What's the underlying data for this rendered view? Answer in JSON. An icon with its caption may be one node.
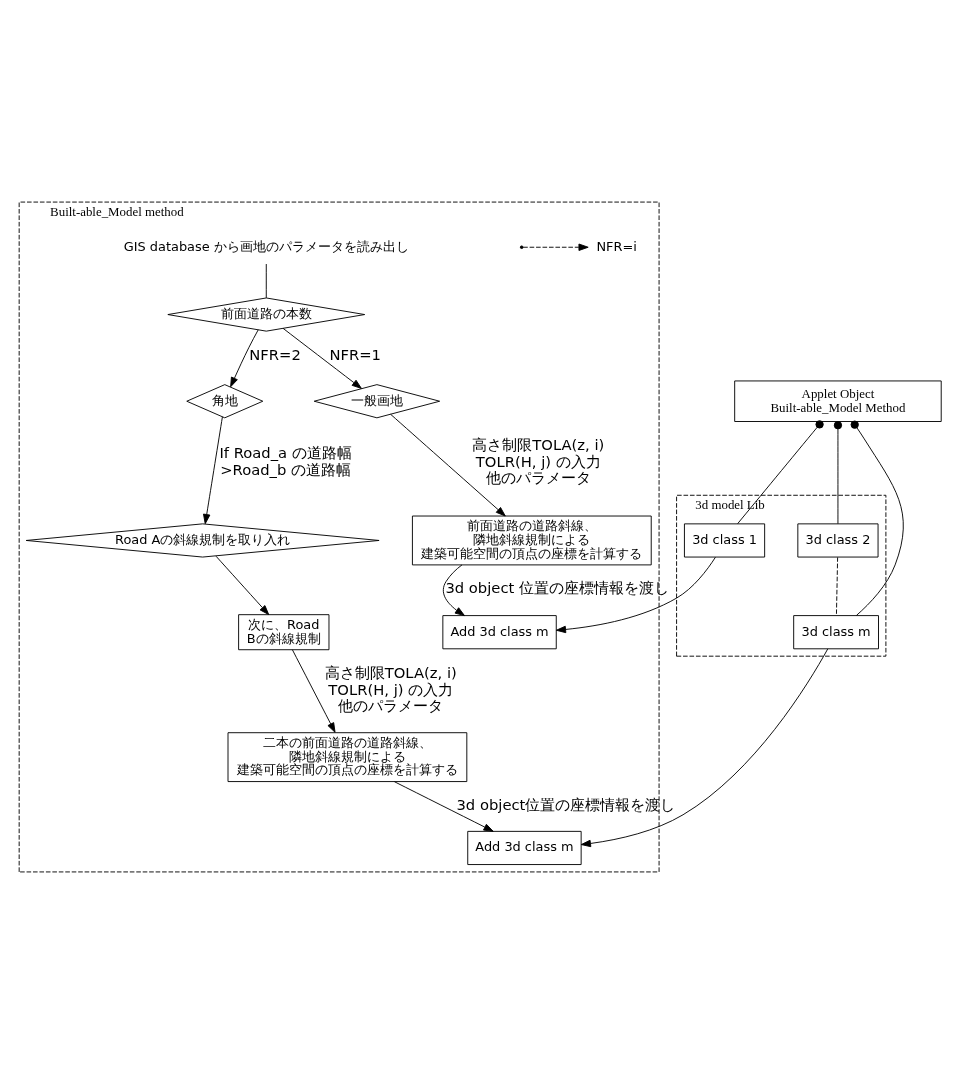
{
  "diagram": {
    "nodes": [
      {
        "text": [
          "Built-able_Model method"
        ]
      },
      {
        "text": [
          "GIS database から画地のパラメータを読み出し"
        ],
        "in": 0
      },
      {
        "text": [
          "前面道路の本数"
        ],
        "in": 0
      },
      {
        "text": [
          "一般画地"
        ],
        "in": 0
      },
      {
        "text": [
          "角地"
        ],
        "in": 0
      },
      {
        "text": [
          "NFR=i"
        ],
        "in": 0
      },
      {
        "text": [
          "Road Aの斜線規制を取り入れ"
        ],
        "in": 0
      },
      {
        "text": [
          "前面道路の道路斜線、隣地斜線規制による建築可能空間の頂点の座標を計算する"
        ],
        "in": 0
      },
      {
        "text": [
          "次に、Road Bの斜線規制"
        ],
        "in": 0
      },
      {
        "text": [
          "二本の前面道路の道路斜線、隣地斜線規制による建築可能空間の頂点の座標を計算する"
        ],
        "in": 0
      },
      {
        "text": [
          "Add 3d class m"
        ],
        "in": 0
      },
      {
        "text": [
          "Add 3d class m"
        ],
        "in": 0
      },
      {
        "text": [
          "Applet Object",
          "Built-able_Model Method"
        ]
      },
      {
        "text": [
          "3d model Lib"
        ]
      },
      {
        "text": [
          "3d class 1"
        ],
        "in": 13
      },
      {
        "text": [
          "3d class 2"
        ],
        "in": 13
      },
      {
        "text": [
          "3d class m"
        ],
        "in": 13
      }
    ],
    "edges": [
      {
        "from": 1,
        "to": 2,
        "arrow": "none"
      },
      {
        "from": 2,
        "to": 3,
        "arrow": "to",
        "label": "NFR=1"
      },
      {
        "from": 2,
        "to": 4,
        "arrow": "to",
        "label": "NFR=2"
      },
      {
        "from": null,
        "to": 5,
        "arrow": "to",
        "style": "dashed"
      },
      {
        "from": 4,
        "to": 6,
        "arrow": "to",
        "label": "If Road_a の道路幅 >Road_b の道路幅"
      },
      {
        "from": 3,
        "to": 7,
        "arrow": "to",
        "label": "高さ制限TOLA(z, i) TOLR(H, j) の入力他のパラメータ"
      },
      {
        "from": 6,
        "to": 8,
        "arrow": "to"
      },
      {
        "from": 8,
        "to": 9,
        "arrow": "to",
        "label": "高さ制限TOLA(z, i) TOLR(H, j) の入力他のパラメータ"
      },
      {
        "from": 7,
        "to": 10,
        "arrow": "to",
        "label": "3d object 位置の座標情報を渡し"
      },
      {
        "from": 9,
        "to": 11,
        "arrow": "to",
        "label": "3d object位置の座標情報を渡し"
      },
      {
        "from": 12,
        "to": 14,
        "arrow": "other"
      },
      {
        "from": 12,
        "to": 15,
        "arrow": "other"
      },
      {
        "from": 12,
        "to": 16,
        "arrow": "other"
      },
      {
        "from": 15,
        "to": 16,
        "arrow": "none",
        "style": "dashed"
      },
      {
        "from": 14,
        "to": 10,
        "arrow": "to"
      },
      {
        "from": 16,
        "to": 11,
        "arrow": "to"
      }
    ]
  }
}
